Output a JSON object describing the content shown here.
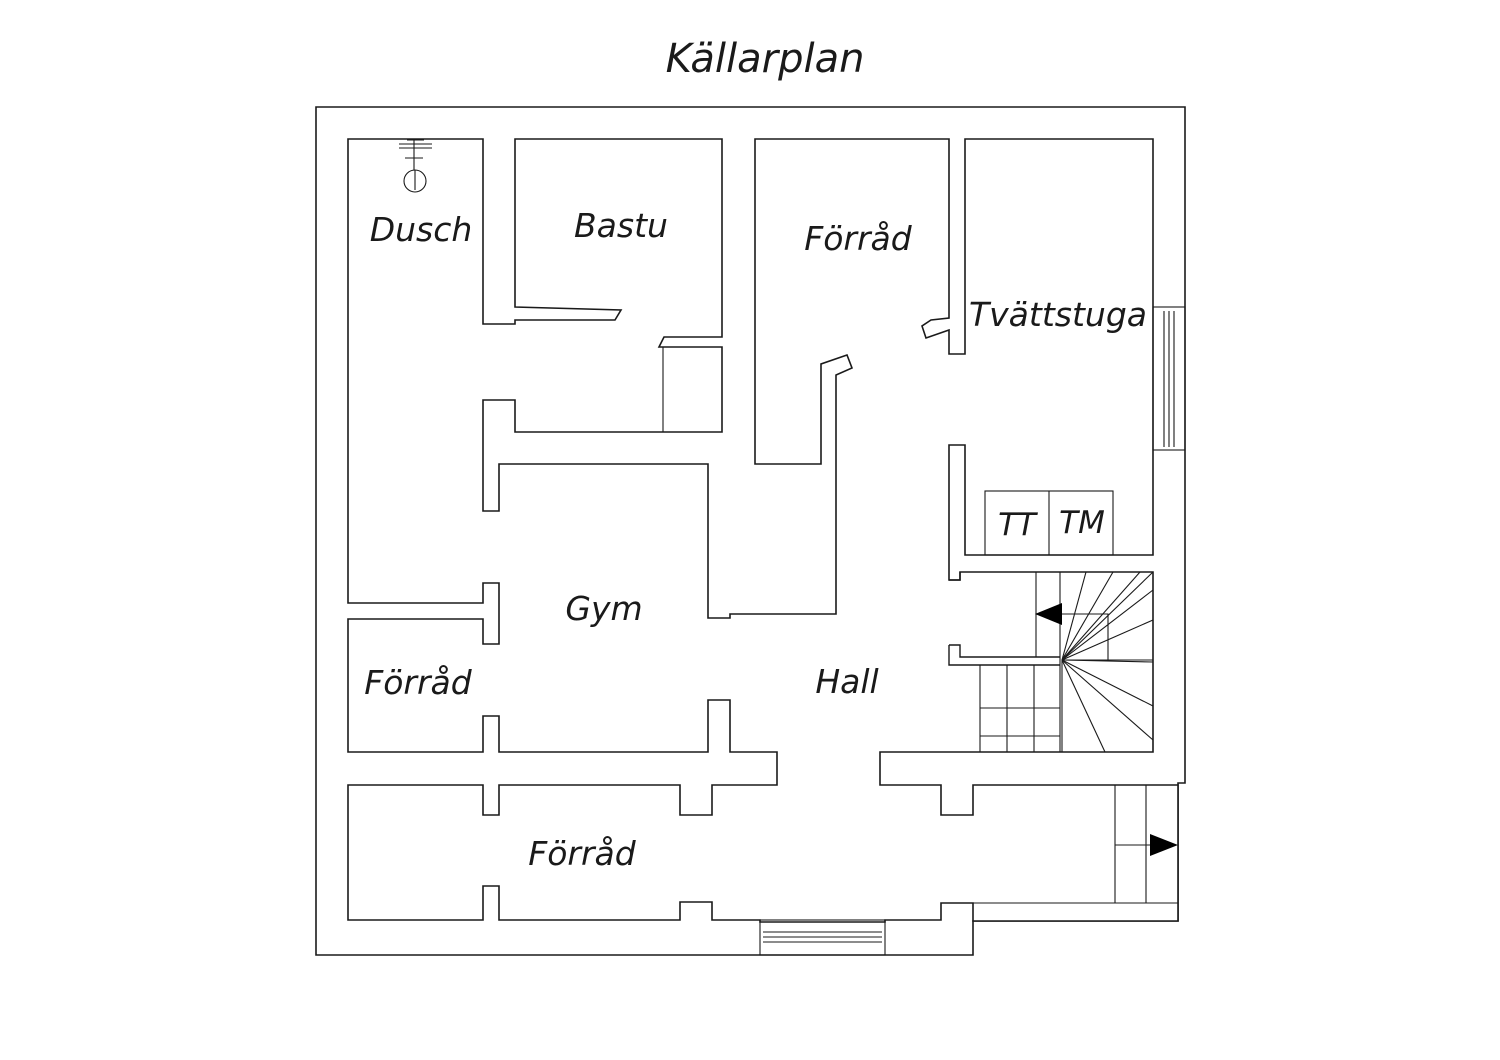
{
  "title": "Källarplan",
  "rooms": {
    "dusch": "Dusch",
    "bastu": "Bastu",
    "forrad_top": "Förråd",
    "tvattstuga": "Tvättstuga",
    "gym": "Gym",
    "forrad_left": "Förråd",
    "hall": "Hall",
    "forrad_bottom": "Förråd"
  },
  "appliances": {
    "tumble_dryer": "TT",
    "washing_machine": "TM"
  },
  "icons": [
    "shower-icon",
    "stairs-icon",
    "window-icon",
    "direction-arrow-icon"
  ]
}
